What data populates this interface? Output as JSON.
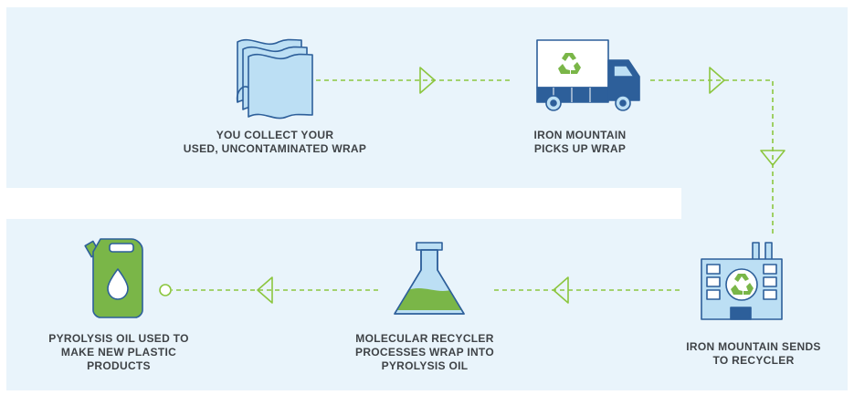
{
  "steps": {
    "collect": {
      "line1": "YOU COLLECT YOUR",
      "line2": "USED, UNCONTAMINATED WRAP",
      "icon": "stacked-wrap-icon"
    },
    "pickup": {
      "line1": "IRON MOUNTAIN",
      "line2": "PICKS UP WRAP",
      "icon": "recycling-truck-icon"
    },
    "send": {
      "line1": "IRON MOUNTAIN SENDS",
      "line2": "TO RECYCLER",
      "icon": "recycling-facility-icon"
    },
    "process": {
      "line1": "MOLECULAR RECYCLER",
      "line2": "PROCESSES WRAP INTO",
      "line3": "PYROLYSIS OIL",
      "icon": "flask-icon"
    },
    "oil": {
      "line1": "PYROLYSIS OIL USED TO",
      "line2": "MAKE NEW PLASTIC",
      "line3": "PRODUCTS",
      "icon": "oil-jerrycan-icon"
    }
  },
  "colors": {
    "panel_background": "#e9f4fb",
    "connector_green": "#8cc63f",
    "icon_blue_dark": "#2d5f9a",
    "icon_blue_light": "#bcdff4",
    "icon_green": "#7ab648",
    "text": "#3f4347"
  }
}
